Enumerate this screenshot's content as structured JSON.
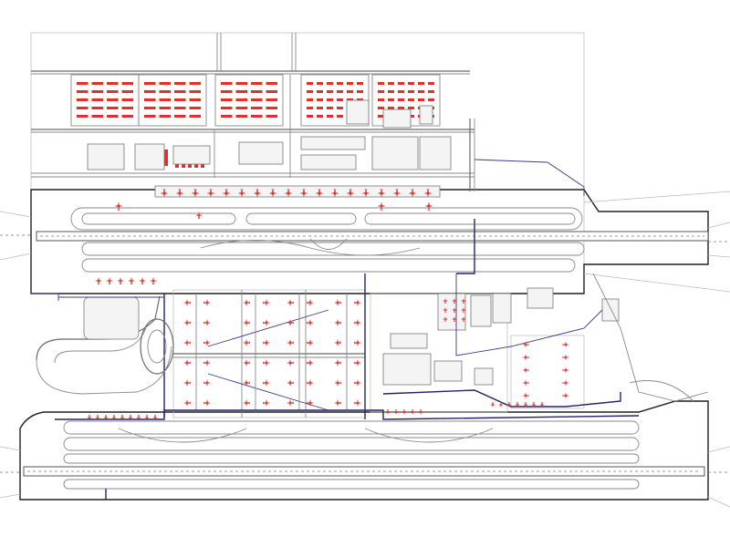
{
  "colors": {
    "background": "#ffffff",
    "linework": "#8a8a8a",
    "aircraft": "#e0302a",
    "boundary_road": "#23236a",
    "outline": "#202020"
  },
  "layers": {
    "parking_lots": "gray",
    "terminals_and_stands": "red",
    "taxiways": "gray",
    "roads": "navy"
  }
}
